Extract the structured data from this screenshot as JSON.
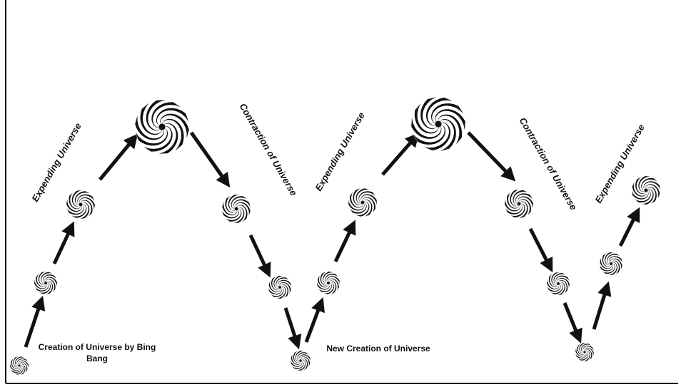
{
  "diagram": {
    "phase_labels": {
      "expanding_1": "Expending Universe",
      "contraction_1": "Contraction of Universe",
      "expanding_2": "Expending Universe",
      "contraction_2": "Contraction of Universe",
      "expanding_3": "Expending Universe"
    },
    "captions": {
      "creation_line1": "Creation of Universe by Bing",
      "creation_line2": "Bang",
      "new_creation": "New Creation of Universe"
    },
    "colors": {
      "ink": "#111111",
      "background": "#ffffff"
    },
    "icons": {
      "galaxy": "spiral-galaxy-icon",
      "arrow": "arrow-icon"
    }
  }
}
